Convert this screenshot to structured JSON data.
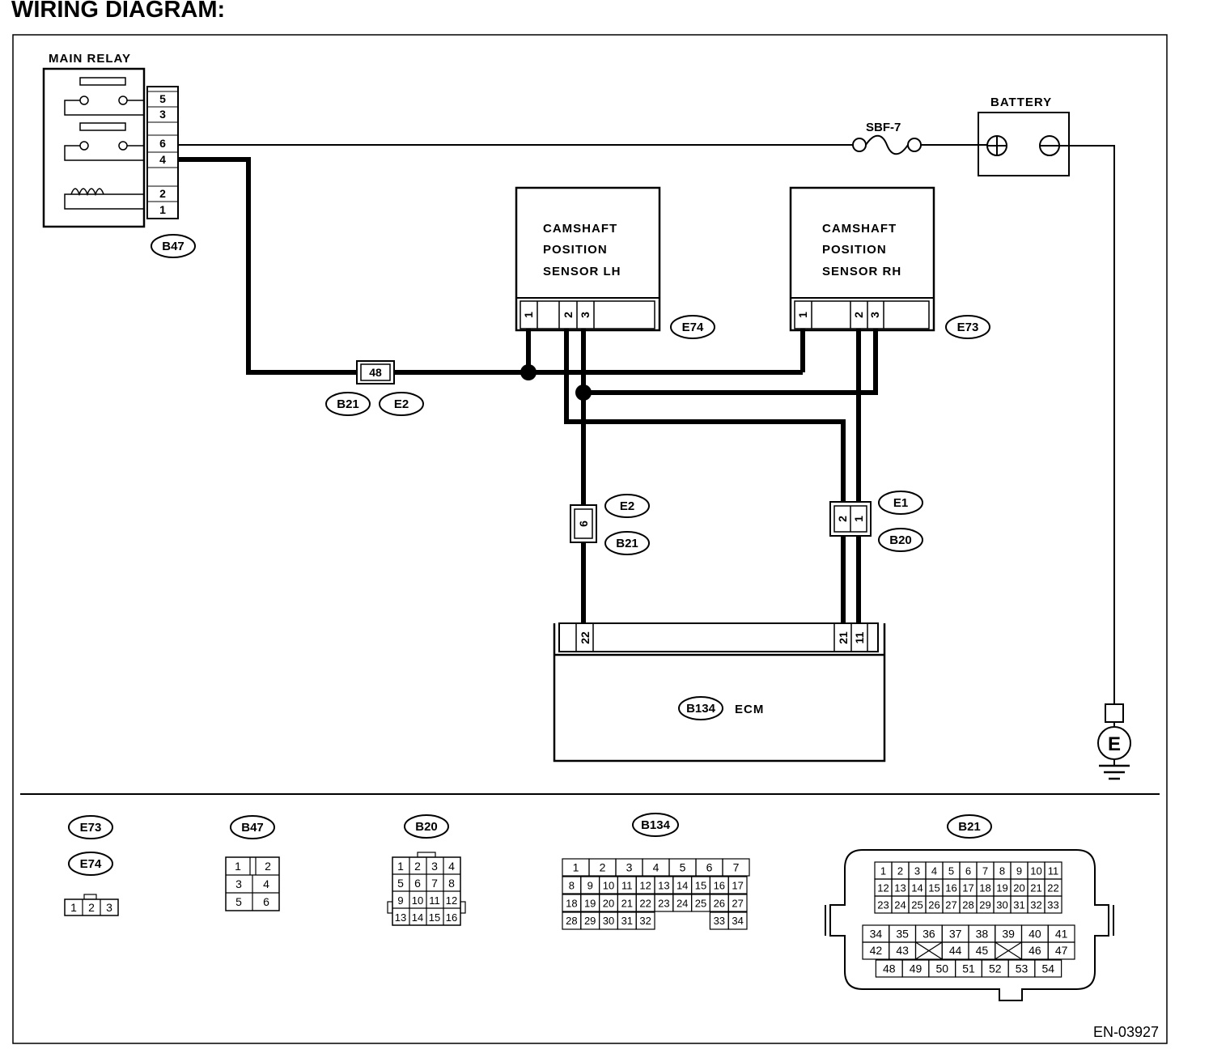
{
  "title": "WIRING DIAGRAM:",
  "figure_code": "EN-03927",
  "main_relay": {
    "label": "MAIN RELAY",
    "connector": "B47",
    "pins": [
      "5",
      "3",
      "6",
      "4",
      "2",
      "1"
    ]
  },
  "battery": {
    "label": "BATTERY",
    "fuse": "SBF-7"
  },
  "sensor_lh": {
    "line1": "CAMSHAFT",
    "line2": "POSITION",
    "line3": "SENSOR LH",
    "connector": "E74",
    "pins": [
      "1",
      "2",
      "3"
    ]
  },
  "sensor_rh": {
    "line1": "CAMSHAFT",
    "line2": "POSITION",
    "line3": "SENSOR RH",
    "connector": "E73",
    "pins": [
      "1",
      "2",
      "3"
    ]
  },
  "junction_48": {
    "pin": "48",
    "tags": [
      "B21",
      "E2"
    ]
  },
  "junction_6": {
    "pin": "6",
    "tags": [
      "E2",
      "B21"
    ]
  },
  "junction_e1": {
    "pins": [
      "2",
      "1"
    ],
    "tags": [
      "E1",
      "B20"
    ]
  },
  "ecm": {
    "label": "ECM",
    "connector": "B134",
    "pins": [
      "22",
      "21",
      "11"
    ]
  },
  "ground": {
    "label": "E"
  },
  "legend": {
    "e73": "E73",
    "e74": "E74",
    "e73_pins": [
      "1",
      "2",
      "3"
    ],
    "b47": "B47",
    "b47_rows": [
      [
        "1",
        "2"
      ],
      [
        "3",
        "4"
      ],
      [
        "5",
        "6"
      ]
    ],
    "b20": "B20",
    "b20_rows": [
      [
        "1",
        "2",
        "3",
        "4"
      ],
      [
        "5",
        "6",
        "7",
        "8"
      ],
      [
        "9",
        "10",
        "11",
        "12"
      ],
      [
        "13",
        "14",
        "15",
        "16"
      ]
    ],
    "b134": "B134",
    "b134_row1": [
      "1",
      "2",
      "3",
      "4",
      "5",
      "6",
      "7"
    ],
    "b134_row2": [
      "8",
      "9",
      "10",
      "11",
      "12",
      "13",
      "14",
      "15",
      "16",
      "17"
    ],
    "b134_row3": [
      "18",
      "19",
      "20",
      "21",
      "22",
      "23",
      "24",
      "25",
      "26",
      "27"
    ],
    "b134_row4": [
      "28",
      "29",
      "30",
      "31",
      "32",
      "33",
      "34"
    ],
    "b21": "B21",
    "b21_row1": [
      "1",
      "2",
      "3",
      "4",
      "5",
      "6",
      "7",
      "8",
      "9",
      "10",
      "11"
    ],
    "b21_row2": [
      "12",
      "13",
      "14",
      "15",
      "16",
      "17",
      "18",
      "19",
      "20",
      "21",
      "22"
    ],
    "b21_row3": [
      "23",
      "24",
      "25",
      "26",
      "27",
      "28",
      "29",
      "30",
      "31",
      "32",
      "33"
    ],
    "b21_row4": [
      "34",
      "35",
      "36",
      "37",
      "38",
      "39",
      "40",
      "41"
    ],
    "b21_row5": [
      "42",
      "43",
      "44",
      "45",
      "46",
      "47"
    ],
    "b21_row6": [
      "48",
      "49",
      "50",
      "51",
      "52",
      "53",
      "54"
    ]
  }
}
